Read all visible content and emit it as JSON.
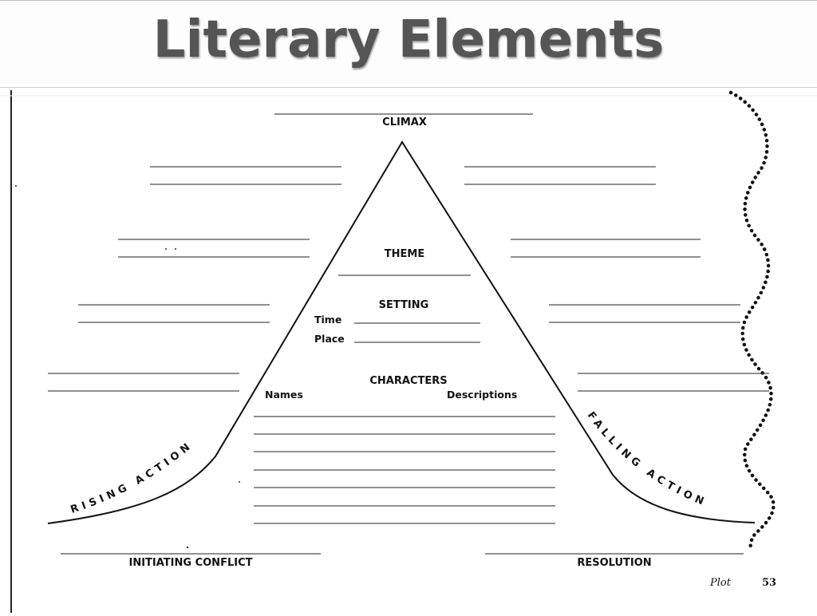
{
  "header": {
    "title": "Literary Elements"
  },
  "diagram": {
    "climax": "CLIMAX",
    "theme": "THEME",
    "setting": "SETTING",
    "time": "Time",
    "place": "Place",
    "characters": "CHARACTERS",
    "names": "Names",
    "descriptions": "Descriptions",
    "rising_action": "RISING ACTION",
    "falling_action": "FALLING ACTION",
    "initiating_conflict": "INITIATING CONFLICT",
    "resolution": "RESOLUTION"
  },
  "footer": {
    "section": "Plot",
    "page": "53"
  }
}
